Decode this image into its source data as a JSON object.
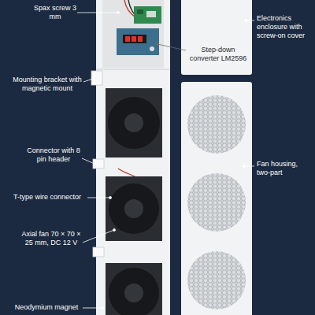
{
  "diagram": {
    "labels": [
      "Spax screw 3 mm",
      "Mounting bracket with magnetic mount",
      "Connector with 8 pin header",
      "T-type wire connector",
      "Axial fan 70 × 70 × 25 mm, DC 12 V",
      "Neodymium magnet",
      "Step-down converter LM2596",
      "Electronics enclosure with screw-on cover",
      "Fan housing, two-part"
    ]
  }
}
